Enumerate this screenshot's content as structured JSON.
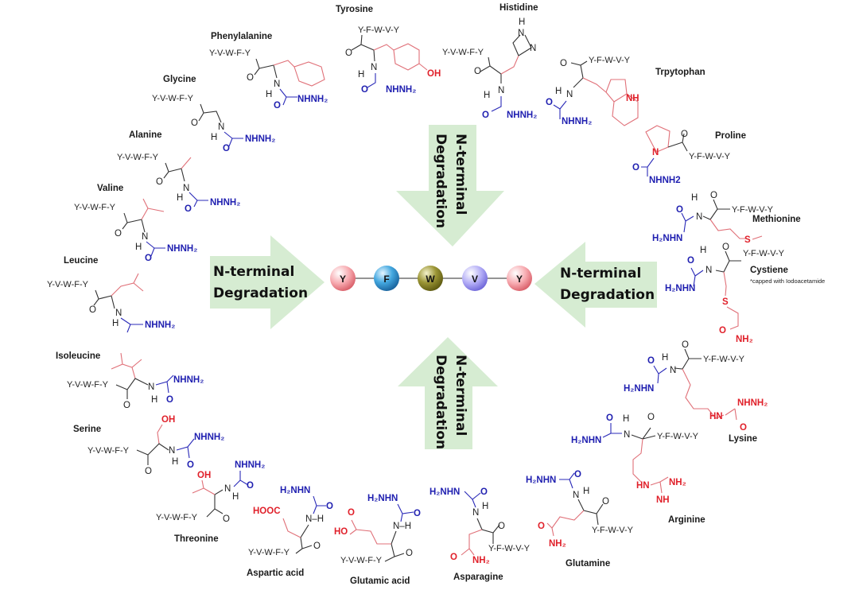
{
  "diagram": {
    "title": "",
    "center_peptide": {
      "residues": [
        {
          "letter": "Y",
          "color": "#f28c92"
        },
        {
          "letter": "F",
          "color": "#2a86c8"
        },
        {
          "letter": "W",
          "color": "#7e7a1e"
        },
        {
          "letter": "V",
          "color": "#9c96ee"
        },
        {
          "letter": "Y",
          "color": "#f28c92"
        }
      ]
    },
    "arrows": {
      "left": {
        "line1": "N-terminal",
        "line2": "Degradation",
        "direction": "right"
      },
      "right": {
        "line1": "N-terminal",
        "line2": "Degradation",
        "direction": "left"
      },
      "top": {
        "line1": "N-terminal",
        "line2": "Degradation",
        "direction": "down"
      },
      "bottom": {
        "line1": "N-terminal",
        "line2": "Degradation",
        "direction": "up"
      }
    },
    "colors": {
      "arrow_fill": "#d6ecd2",
      "reagent_blue": "#1f1fb0",
      "side_chain_red": "#e0202a",
      "backbone": "#333333"
    },
    "labels": {
      "hydrazide": "NHNH₂",
      "hydrazide_rev": "H₂NHN",
      "hydrazide_plain": "NHNH2",
      "O": "O",
      "N": "N",
      "H": "H",
      "NH": "NH",
      "HN": "HN",
      "NH2": "NH₂",
      "OH": "OH",
      "HO": "HO",
      "S": "S",
      "HOOC": "HOOC",
      "NHNH2_red": "NHNH₂",
      "N_H": "N–H"
    },
    "amino_acids": [
      {
        "name": "Tyrosine",
        "peptide": "Y-F-W-V-Y"
      },
      {
        "name": "Histidine",
        "peptide": "Y-V-W-F-Y"
      },
      {
        "name": "Trpytophan",
        "peptide": "Y-F-W-V-Y"
      },
      {
        "name": "Proline",
        "peptide": "Y-F-W-V-Y"
      },
      {
        "name": "Methionine",
        "peptide": "Y-F-W-V-Y"
      },
      {
        "name": "Cystiene",
        "peptide": "Y-F-W-V-Y",
        "note": "*capped with Iodoacetamide"
      },
      {
        "name": "Lysine",
        "peptide": "Y-F-W-V-Y"
      },
      {
        "name": "Arginine",
        "peptide": "Y-F-W-V-Y"
      },
      {
        "name": "Glutamine",
        "peptide": "Y-F-W-V-Y"
      },
      {
        "name": "Asparagine",
        "peptide": "Y-F-W-V-Y"
      },
      {
        "name": "Glutamic acid",
        "peptide": "Y-V-W-F-Y"
      },
      {
        "name": "Aspartic acid",
        "peptide": "Y-V-W-F-Y"
      },
      {
        "name": "Threonine",
        "peptide": "Y-V-W-F-Y"
      },
      {
        "name": "Serine",
        "peptide": "Y-V-W-F-Y"
      },
      {
        "name": "Isoleucine",
        "peptide": "Y-V-W-F-Y"
      },
      {
        "name": "Leucine",
        "peptide": "Y-V-W-F-Y"
      },
      {
        "name": "Valine",
        "peptide": "Y-V-W-F-Y"
      },
      {
        "name": "Alanine",
        "peptide": "Y-V-W-F-Y"
      },
      {
        "name": "Glycine",
        "peptide": "Y-V-W-F-Y"
      },
      {
        "name": "Phenylalanine",
        "peptide": "Y-V-W-F-Y"
      }
    ]
  }
}
